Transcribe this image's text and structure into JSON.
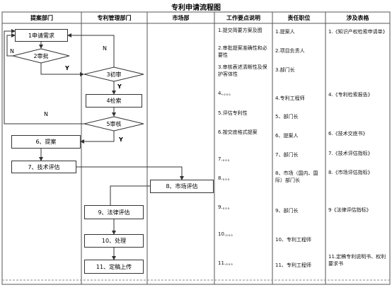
{
  "title": "专利申请流程图",
  "headers": [
    "提案部门",
    "专利管理部门",
    "市场部",
    "工作要点说明",
    "责任职位",
    "涉及表格"
  ],
  "nodes": {
    "n1": "1申请需求",
    "n2": "2审批",
    "n3": "3初审",
    "n4": "4检索",
    "n5": "5审核",
    "n6": "6、提案",
    "n7": "7、技术评估",
    "n8": "8、市场评估",
    "n9": "9、法律评估",
    "n10": "10、处理",
    "n11": "11、定稿上传"
  },
  "decision_labels": {
    "n_left": "N",
    "n_mid": "N",
    "n_bottom": "N",
    "y_1": "Y",
    "y_2": "Y",
    "y_3": "Y"
  },
  "work_points": [
    "1.提交简要方案及图",
    "2.审批提案准确性和必要性",
    "3.审核表述清晰性及保护客体性",
    "4、。。。",
    "5.评估专利性",
    "6.按交底格式提案",
    "7.。。。",
    "8.。。。",
    "9.。。。",
    "10.。。。",
    "11.。。。"
  ],
  "positions": [
    "1.提案人",
    "2.项目负责人",
    "3.部门长",
    "4.专利工程师",
    "5、部门长",
    "6、提案人",
    "7、部门长",
    "8、市场（国内、国际）部门长",
    "9、部门长",
    "10、专利工程师",
    "11、专利工程师"
  ],
  "forms": [
    "1.《知识产权检索申请单》",
    "4.《专利检索报告》",
    "6.《技术交底书》",
    "7.《技术评估指标》",
    "8.《市场评估指标》",
    "9《法律评估指标》",
    "11.定稿专利说明书、权利要求书"
  ],
  "colors": {
    "line": "#333333",
    "background": "#ffffff"
  }
}
